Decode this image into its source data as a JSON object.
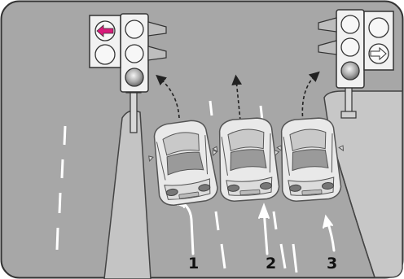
{
  "lane_labels": [
    "1",
    "2",
    "3"
  ],
  "signals": {
    "left": {
      "arrow_direction": "left",
      "arrow_color": "#d81b7a",
      "lit_lamp": "bottom"
    },
    "right": {
      "arrow_direction": "right",
      "arrow_color": "#ffffff",
      "lit_lamp": "bottom"
    }
  },
  "colors": {
    "road": "#a7a7a7",
    "sidewalk": "#c7c7c7",
    "lane_marking": "#ffffff",
    "car_body": "#e9e9e9"
  }
}
